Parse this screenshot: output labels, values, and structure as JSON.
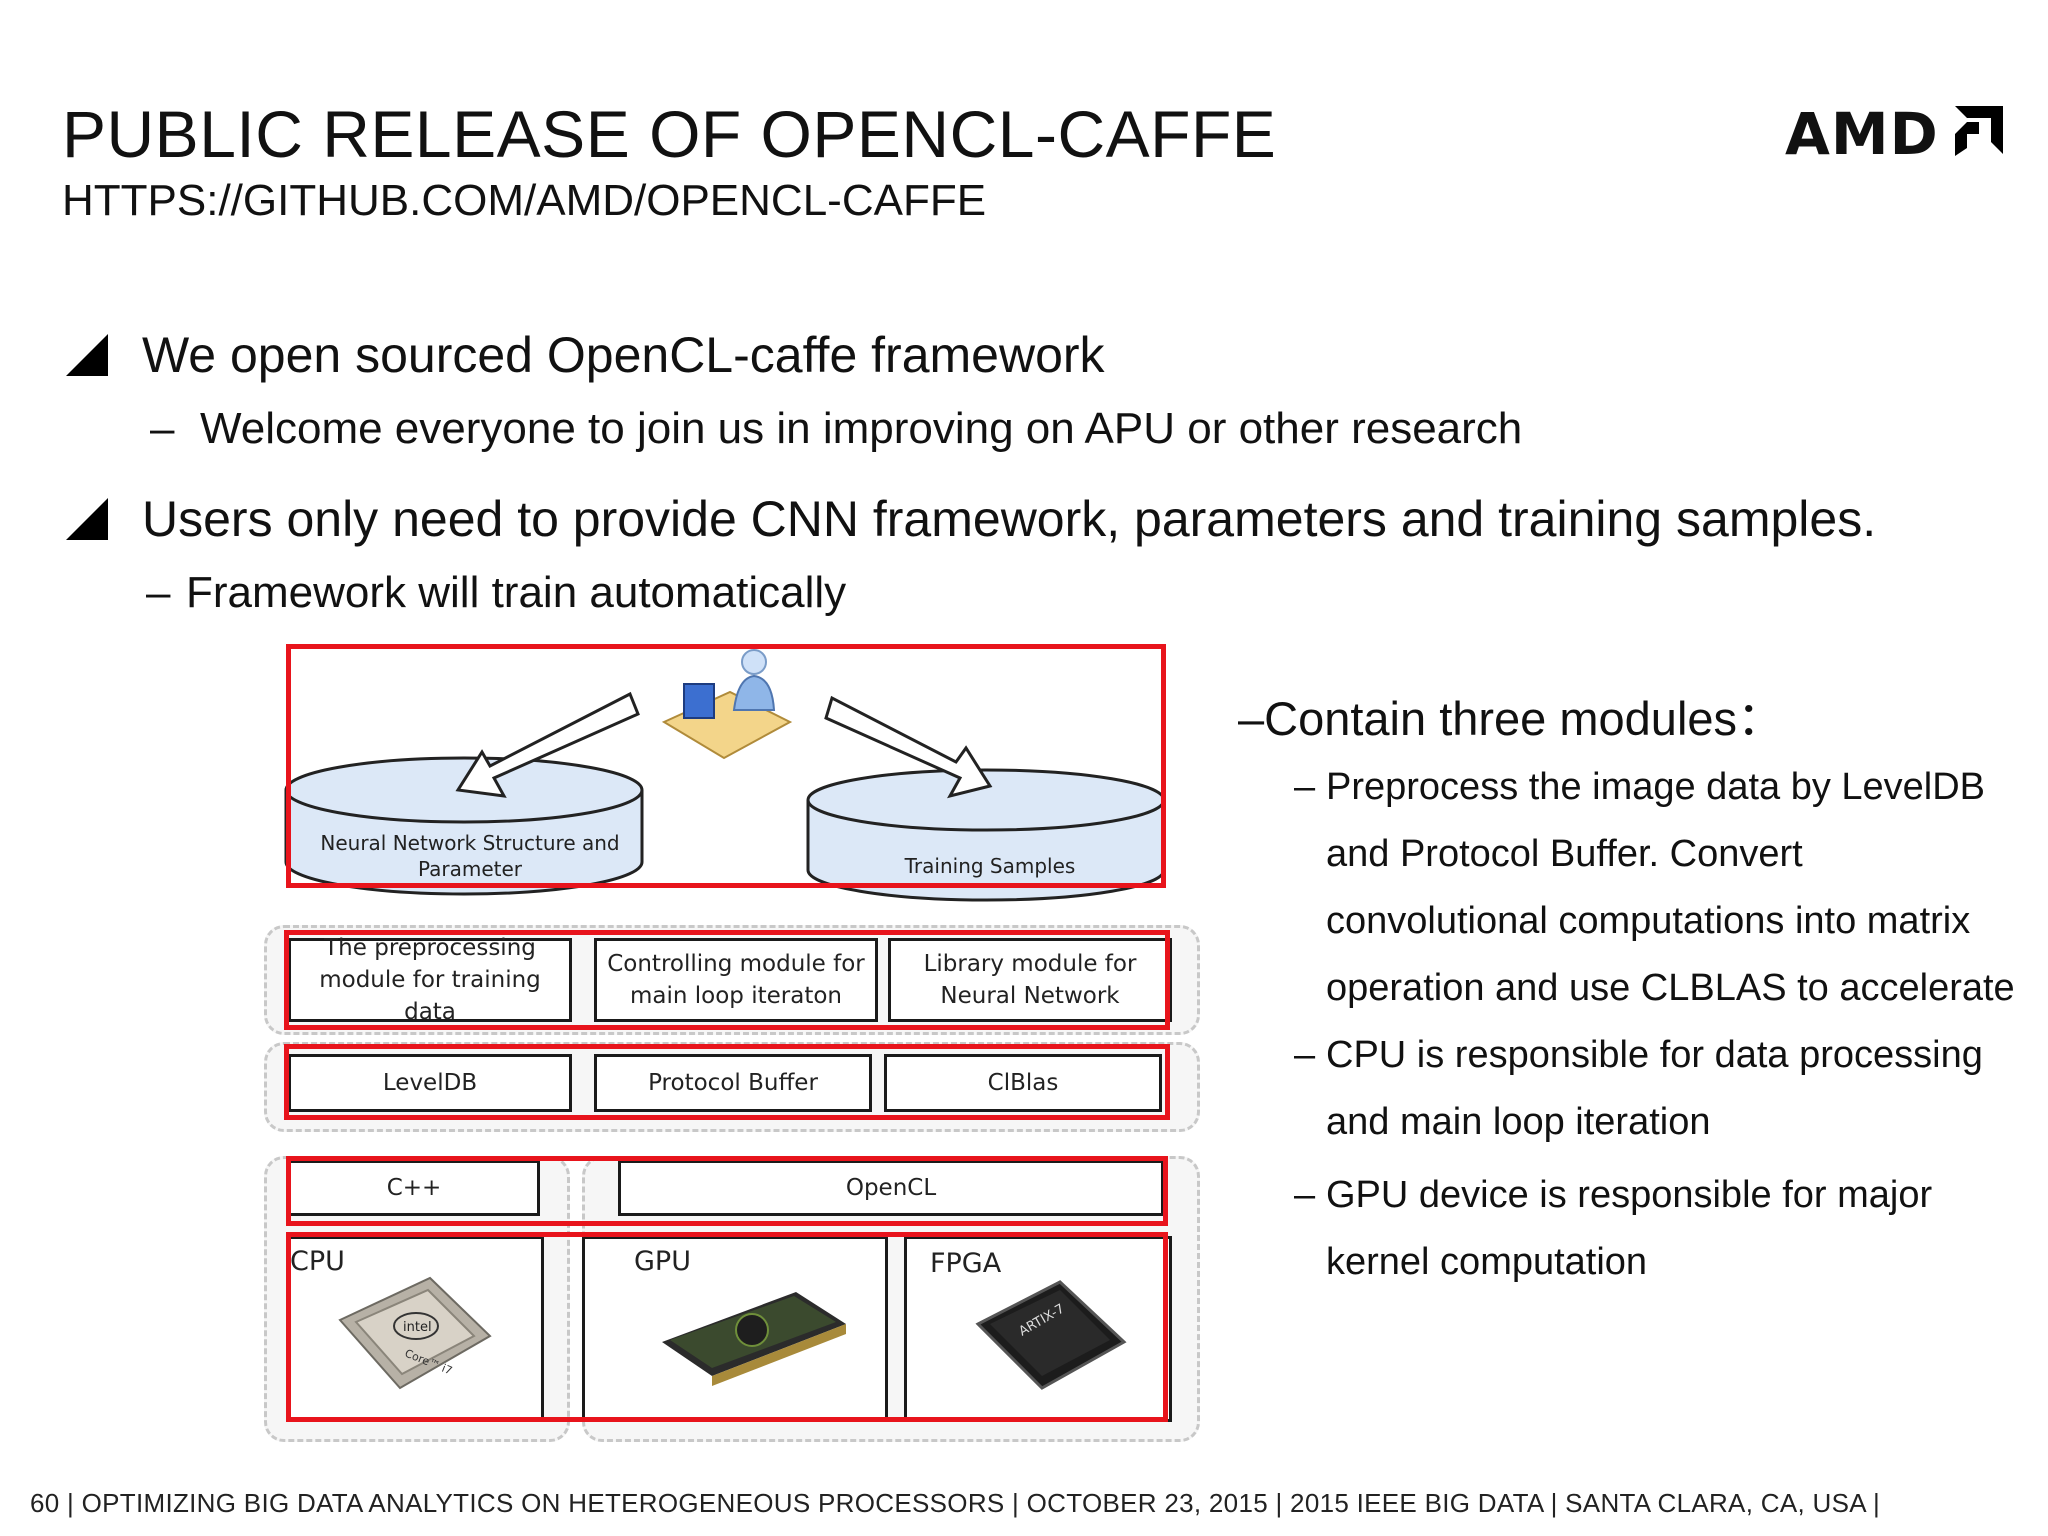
{
  "slide": {
    "title": "PUBLIC RELEASE OF OPENCL-CAFFE",
    "subtitle": "HTTPS://GITHUB.COM/AMD/OPENCL-CAFFE",
    "logo_text": "AMD",
    "bullets": [
      {
        "text": "We open sourced OpenCL-caffe framework",
        "sub": "Welcome everyone to join us in improving on APU or other research"
      },
      {
        "text": "Users only need to provide  CNN framework, parameters and training samples.",
        "sub": "Framework will train automatically"
      }
    ],
    "sub_dash": "–"
  },
  "diagram": {
    "db_left": [
      "Neural Network Structure and",
      "Parameter"
    ],
    "db_right": "Training Samples",
    "modules": [
      [
        "The preprocessing",
        "module for training data"
      ],
      [
        "Controlling module for",
        "main loop iteraton"
      ],
      [
        "Library module for",
        "Neural Network"
      ]
    ],
    "libs": [
      "LevelDB",
      "Protocol Buffer",
      "ClBlas"
    ],
    "langs": [
      "C++",
      "OpenCL"
    ],
    "devices": [
      "CPU",
      "GPU",
      "FPGA"
    ],
    "chip_text": {
      "intel": "intel",
      "core": "Core™ i7",
      "fpga": "ARTIX-7"
    }
  },
  "right": {
    "heading": "–Contain three modules：",
    "items": [
      [
        "Preprocess the image data by LevelDB",
        "and Protocol Buffer. Convert",
        "convolutional computations into matrix",
        "operation and use CLBLAS to accelerate"
      ],
      [
        "CPU is responsible for data processing",
        "and main loop iteration"
      ],
      [
        "GPU device is responsible for major",
        "kernel computation"
      ]
    ],
    "item_dash": "–"
  },
  "footer": "60  |  OPTIMIZING BIG DATA ANALYTICS ON HETEROGENEOUS PROCESSORS   |   OCTOBER 23, 2015   |   2015 IEEE BIG DATA   |   SANTA CLARA, CA, USA   |",
  "colors": {
    "accent_red": "#e8141c",
    "text": "#111111"
  },
  "icons": [
    "amd-logo-icon",
    "triangle-bullet-icon",
    "user-at-desk-icon",
    "arrow-icon",
    "cpu-chip-icon",
    "gpu-card-icon",
    "fpga-chip-icon"
  ]
}
